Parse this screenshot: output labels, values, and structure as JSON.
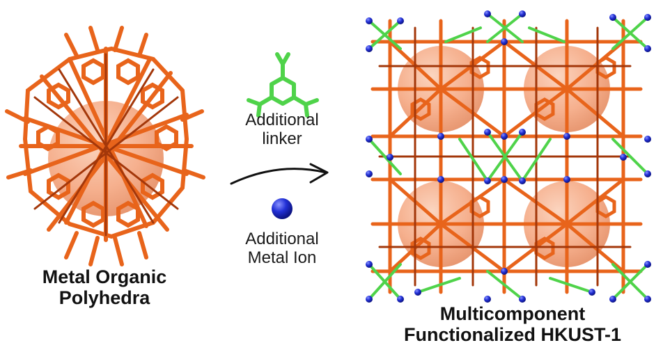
{
  "left": {
    "line1": "Metal Organic",
    "line2": "Polyhedra"
  },
  "middle": {
    "linker_line1": "Additional",
    "linker_line2": "linker",
    "metal_line1": "Additional",
    "metal_line2": "Metal Ion"
  },
  "right": {
    "line1": "Multicomponent",
    "line2": "Functionalized HKUST-1"
  },
  "colors": {
    "framework_orange": "#e8641b",
    "framework_dark": "#a3370a",
    "sphere": "#f4a27a",
    "linker_green": "#4fd34a",
    "metal_blue": "#1a23c8",
    "arrow": "#111111"
  }
}
